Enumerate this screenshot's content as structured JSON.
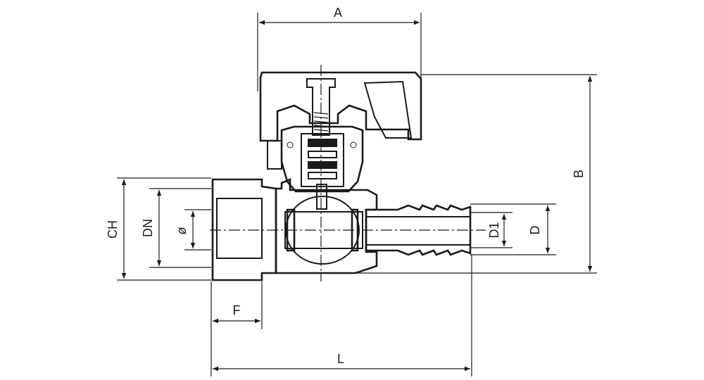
{
  "labels": {
    "A": "A",
    "B": "B",
    "CH": "CH",
    "DN": "DN",
    "phi": "ø",
    "D1": "D1",
    "D": "D",
    "F": "F",
    "L": "L"
  }
}
